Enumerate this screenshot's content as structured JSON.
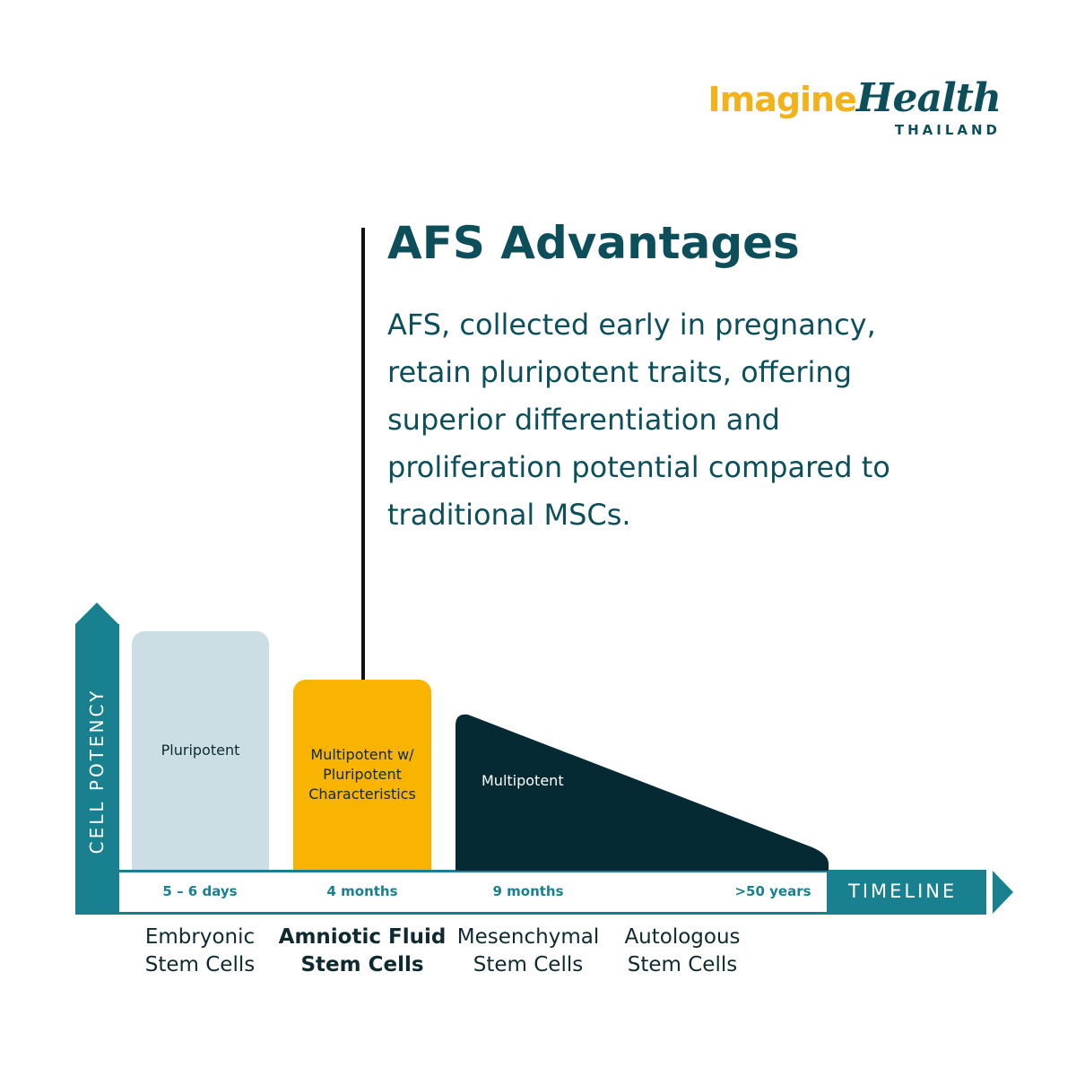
{
  "logo": {
    "word1": "Imagine",
    "word2": "Health",
    "sub": "THAILAND"
  },
  "heading": "AFS Advantages",
  "description": "AFS, collected early in pregnancy, retain pluripotent traits, offering superior differentiation and proliferation potential compared to traditional MSCs.",
  "axes": {
    "y_label": "CELL POTENCY",
    "x_label": "TIMELINE"
  },
  "timeline_ticks": [
    "5 – 6 days",
    "4 months",
    "9 months",
    ">50 years"
  ],
  "bars": [
    {
      "label": "Pluripotent",
      "color": "#cadee4"
    },
    {
      "label": "Multipotent w/ Pluripotent Characteristics",
      "color": "#f8b400"
    },
    {
      "label": "Multipotent",
      "color": "#062a33"
    }
  ],
  "categories": [
    {
      "name": "Embryonic Stem Cells",
      "emphasis": false
    },
    {
      "name": "Amniotic Fluid Stem Cells",
      "emphasis": true
    },
    {
      "name": "Mesenchymal Stem Cells",
      "emphasis": false
    },
    {
      "name": "Autologous Stem Cells",
      "emphasis": false
    }
  ],
  "colors": {
    "teal": "#19808f",
    "navy": "#0c4f5a",
    "gold": "#f2b21b"
  }
}
